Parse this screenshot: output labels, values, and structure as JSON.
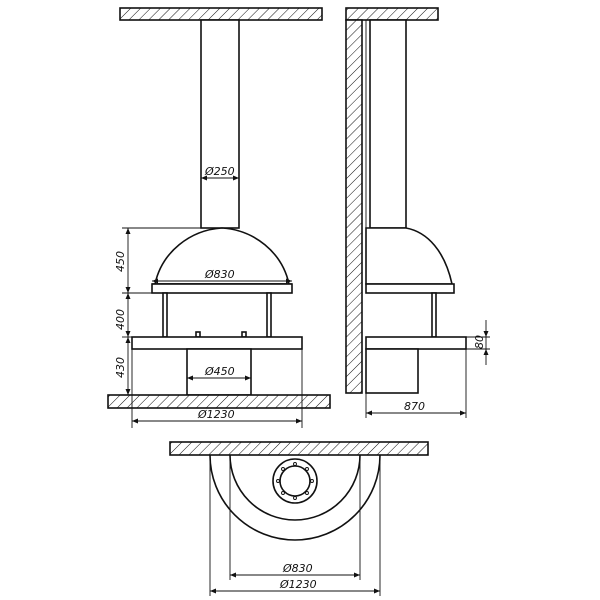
{
  "front_view": {
    "flue_diameter": "Ø250",
    "hood_height": "450",
    "hood_diameter": "Ø830",
    "firebox_height": "400",
    "base_height": "430",
    "base_diameter": "Ø450",
    "overall_diameter": "Ø1230"
  },
  "side_view": {
    "plate_thickness": "80",
    "depth": "870"
  },
  "top_view": {
    "inner_diameter": "Ø830",
    "outer_diameter": "Ø1230"
  }
}
